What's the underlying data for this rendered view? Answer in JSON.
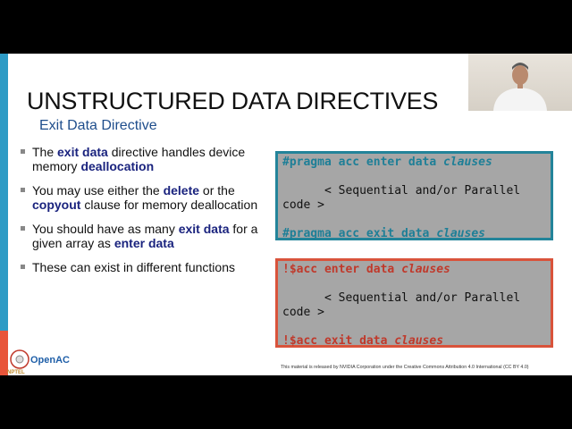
{
  "slide": {
    "title": "UNSTRUCTURED DATA DIRECTIVES",
    "subtitle": "Exit Data Directive",
    "bullets": [
      {
        "parts": [
          "The ",
          "exit data",
          " directive handles device memory ",
          "deallocation",
          ""
        ]
      },
      {
        "parts": [
          "You may use either the ",
          "delete",
          " or the ",
          "copyout",
          " clause for memory deallocation"
        ]
      },
      {
        "parts": [
          "You should have as many ",
          "exit data",
          " for a given array as ",
          "enter data",
          ""
        ]
      },
      {
        "parts": [
          "These can exist in different functions",
          "",
          "",
          "",
          ""
        ]
      }
    ],
    "c_code": {
      "enter": "#pragma acc enter data ",
      "exit": "#pragma acc exit data ",
      "clauses": "clauses",
      "body": "      < Sequential and/or Parallel code >"
    },
    "fortran_code": {
      "enter": "!$acc enter data ",
      "exit": "!$acc exit data ",
      "clauses": "clauses",
      "body": "      < Sequential and/or Parallel code >"
    },
    "footer": "This material is released by NVIDIA Corporation under the Creative Commons Attribution 4.0 International (CC BY 4.0)",
    "logo": {
      "name": "OpenACC",
      "institution": "NPTEL"
    }
  },
  "colors": {
    "accent_blue": "#2e9bc5",
    "accent_orange": "#e8553a",
    "keyword": "#1a237e",
    "c_code": "#1e7f97",
    "fortran_code": "#c0392b"
  }
}
